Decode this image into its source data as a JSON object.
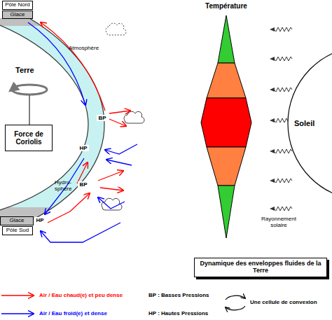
{
  "diagram": {
    "nodes": [
      {
        "text": [
          "Pôle Nord"
        ]
      },
      {
        "text": [
          "Glace"
        ]
      },
      {
        "text": [
          "Force de Coriolis"
        ]
      },
      {
        "text": [
          "Soleil"
        ]
      },
      {
        "text": [
          "Dynamique des enveloppes fluides de la Terre"
        ]
      },
      {
        "text": [
          "Glace"
        ]
      },
      {
        "text": [
          "Pôle Sud"
        ]
      }
    ],
    "labels": [
      "Température",
      "Atmosphère",
      "Terre",
      "BP",
      "HP",
      "Hydro- sphère",
      "BP",
      "HP",
      "Rayonnement solaire",
      "BP : Basses Pressions",
      "HP : Hautes Pressions"
    ],
    "legend": [
      {
        "text": "Air / Eau chaud(e) et peu dense"
      },
      {
        "text": "Air / Eau froid(e) et dense"
      },
      {
        "text": "Une cellule de convexion"
      }
    ]
  }
}
